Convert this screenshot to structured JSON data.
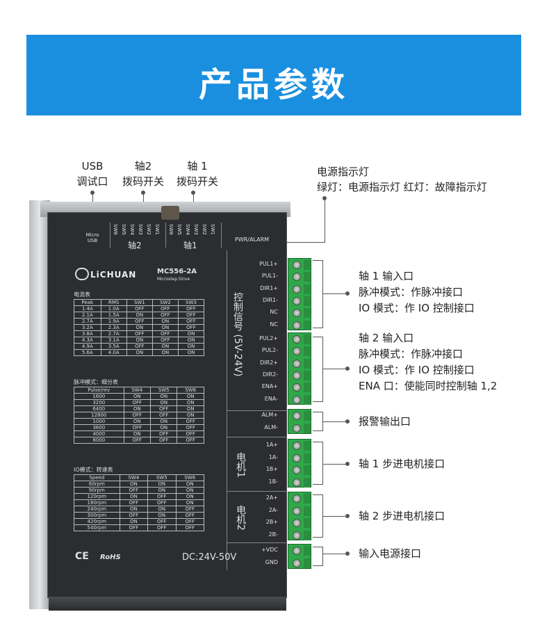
{
  "header": {
    "title": "产品参数"
  },
  "top_labels": {
    "usb": [
      "USB",
      "调试口"
    ],
    "axis2_switch": [
      "轴2",
      "拨码开关"
    ],
    "axis1_switch": [
      "轴 1",
      "拨码开关"
    ],
    "power_indicator": [
      "电源指示灯",
      "绿灯：电源指示灯  红灯：故障指示灯"
    ]
  },
  "right_labels": {
    "axis1_input": [
      "轴 1 输入口",
      "脉冲模式：作脉冲接口",
      "IO 模式：作 IO 控制接口"
    ],
    "axis2_input": [
      "轴 2 输入口",
      "脉冲模式：作脉冲接口",
      "IO 模式：作 IO 控制接口",
      "ENA 口：使能同时控制轴 1,2"
    ],
    "alarm_output": "报警输出口",
    "axis1_motor": "轴 1 步进电机接口",
    "axis2_motor": "轴 2 步进电机接口",
    "power_input": "输入电源接口"
  },
  "device": {
    "micro_usb": [
      "Micro",
      "USB"
    ],
    "sw_labels_2": [
      "SW6",
      "SW5",
      "SW4",
      "SW3",
      "SW2",
      "SW1"
    ],
    "sw_labels_1": [
      "SW6",
      "SW5",
      "SW4",
      "SW3",
      "SW2",
      "SW1"
    ],
    "axis2_mark": "轴2",
    "axis1_mark": "轴1",
    "pwr_alarm": "PWR/ALARM",
    "brand": "LiCHUAN",
    "model": "MC556-2A",
    "model_sub": "Microstep Drive",
    "control_signal": "控制信号 (5V-24V)",
    "motor1": "电机1",
    "motor2": "电机2",
    "ce": "CE",
    "rohs": "RoHS",
    "dc_rating": "DC:24V-50V",
    "pins_axis1": [
      "PUL1+",
      "PUL1-",
      "DIR1+",
      "DIR1-",
      "NC",
      "NC"
    ],
    "pins_axis2": [
      "PUL2+",
      "PUL2-",
      "DIR2+",
      "DIR2-",
      "ENA+",
      "ENA-"
    ],
    "pins_alarm": [
      "ALM+",
      "ALM-"
    ],
    "pins_motor1": [
      "1A+",
      "1A-",
      "1B+",
      "1B-"
    ],
    "pins_motor2": [
      "2A+",
      "2A-",
      "2B+",
      "2B-"
    ],
    "pins_power": [
      "+VDC",
      "GND"
    ]
  },
  "current_table": {
    "title": "电流表",
    "headers": [
      "Peak",
      "RMS",
      "SW1",
      "SW2",
      "SW3"
    ],
    "rows": [
      [
        "1.4A",
        "1.0A",
        "OFF",
        "OFF",
        "OFF"
      ],
      [
        "2.1A",
        "1.5A",
        "ON",
        "OFF",
        "OFF"
      ],
      [
        "2.7A",
        "1.9A",
        "OFF",
        "ON",
        "OFF"
      ],
      [
        "3.2A",
        "2.3A",
        "ON",
        "ON",
        "OFF"
      ],
      [
        "3.8A",
        "2.7A",
        "OFF",
        "OFF",
        "ON"
      ],
      [
        "4.3A",
        "3.1A",
        "ON",
        "OFF",
        "ON"
      ],
      [
        "4.9A",
        "3.5A",
        "OFF",
        "ON",
        "ON"
      ],
      [
        "5.6A",
        "4.0A",
        "ON",
        "ON",
        "ON"
      ]
    ]
  },
  "pulse_table": {
    "title": "脉冲模式：细分表",
    "headers": [
      "Pulse/rev",
      "SW4",
      "SW5",
      "SW6"
    ],
    "rows": [
      [
        "1600",
        "ON",
        "ON",
        "ON"
      ],
      [
        "3200",
        "OFF",
        "ON",
        "ON"
      ],
      [
        "6400",
        "ON",
        "OFF",
        "ON"
      ],
      [
        "12800",
        "OFF",
        "OFF",
        "ON"
      ],
      [
        "1000",
        "ON",
        "ON",
        "OFF"
      ],
      [
        "3600",
        "OFF",
        "ON",
        "OFF"
      ],
      [
        "4000",
        "ON",
        "OFF",
        "OFF"
      ],
      [
        "8000",
        "OFF",
        "OFF",
        "OFF"
      ]
    ]
  },
  "io_table": {
    "title": "IO模式：转速表",
    "headers": [
      "Speed",
      "SW4",
      "SW5",
      "SW6"
    ],
    "rows": [
      [
        "60rpm",
        "ON",
        "ON",
        "ON"
      ],
      [
        "90rpm",
        "OFF",
        "ON",
        "ON"
      ],
      [
        "120rpm",
        "ON",
        "OFF",
        "ON"
      ],
      [
        "180rpm",
        "OFF",
        "OFF",
        "ON"
      ],
      [
        "240rpm",
        "ON",
        "ON",
        "OFF"
      ],
      [
        "300rpm",
        "OFF",
        "ON",
        "OFF"
      ],
      [
        "420rpm",
        "ON",
        "OFF",
        "OFF"
      ],
      [
        "540rpm",
        "OFF",
        "OFF",
        "OFF"
      ]
    ]
  }
}
